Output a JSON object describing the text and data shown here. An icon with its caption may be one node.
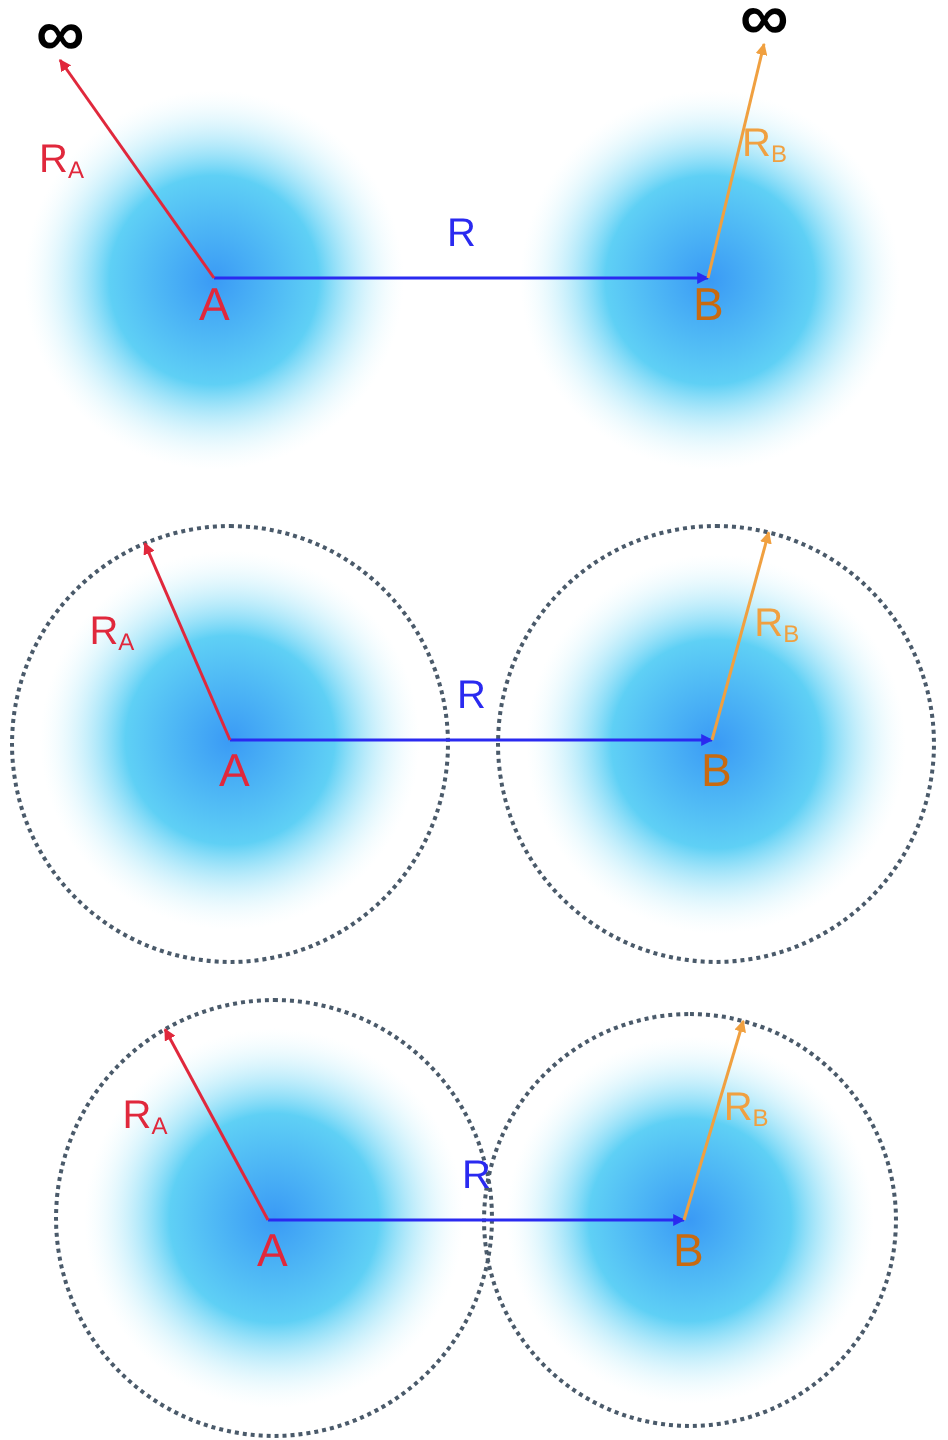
{
  "diagram": {
    "nodes": [
      {
        "text": [
          "∞"
        ]
      },
      {
        "text": [
          "∞"
        ]
      },
      {
        "text": [
          "A"
        ]
      },
      {
        "text": [
          "B"
        ]
      },
      {
        "text": [],
        "shape": "circle"
      },
      {
        "text": [],
        "shape": "circle"
      },
      {
        "text": [
          "A"
        ],
        "in": 4
      },
      {
        "text": [
          "B"
        ],
        "in": 5
      },
      {
        "text": [],
        "shape": "circle"
      },
      {
        "text": [],
        "shape": "circle"
      },
      {
        "text": [
          "A"
        ],
        "in": 8
      },
      {
        "text": [
          "B"
        ],
        "in": 9
      }
    ],
    "edges": [
      {
        "from": 2,
        "to": 3,
        "arrow": "to",
        "label": "R",
        "color": "#2a2af0"
      },
      {
        "from": 2,
        "to": 0,
        "arrow": "to",
        "label": "R$_{A}$",
        "color": "#e0283c"
      },
      {
        "from": 3,
        "to": 1,
        "arrow": "to",
        "label": "R$_{B}$",
        "color": "#f0a040"
      },
      {
        "from": 6,
        "to": 7,
        "arrow": "to",
        "label": "R",
        "color": "#2a2af0"
      },
      {
        "from": 6,
        "to": 4,
        "arrow": "to",
        "label": "R$_{A}$",
        "color": "#e0283c"
      },
      {
        "from": 7,
        "to": 5,
        "arrow": "to",
        "label": "R$_{B}$",
        "color": "#f0a040"
      },
      {
        "from": 10,
        "to": 11,
        "arrow": "to",
        "label": "R",
        "color": "#2a2af0"
      },
      {
        "from": 10,
        "to": 8,
        "arrow": "to",
        "label": "R$_{A}$",
        "color": "#e0283c"
      },
      {
        "from": 11,
        "to": 9,
        "arrow": "to",
        "label": "R$_{B}$",
        "color": "#f0a040"
      }
    ]
  }
}
